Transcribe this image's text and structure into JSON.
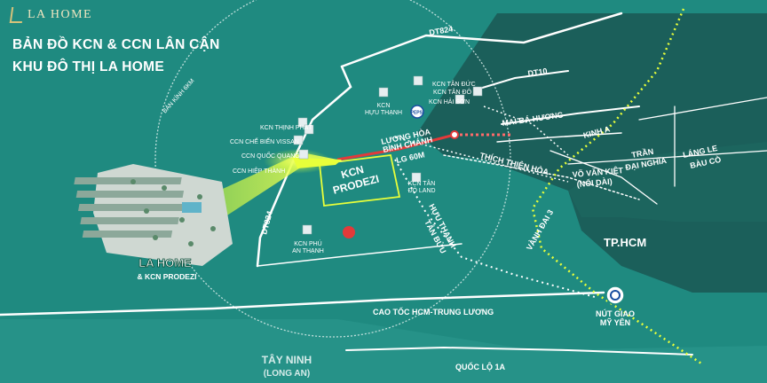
{
  "brand": {
    "logo_text": "LA HOME"
  },
  "title": {
    "line1": "BẢN ĐỒ KCN & CCN LÂN CẬN",
    "line2": "KHU ĐÔ THỊ LA HOME"
  },
  "colors": {
    "sea": "#1f8a80",
    "city": "#1b5f5a",
    "highlight": "#e8ff3a",
    "red_road": "#e23a3a"
  },
  "circle_label": "BÁN KÍNH 6KM",
  "industrial_parks": [
    {
      "id": "thinh-phat",
      "label": "KCN THỊNH PHÁT"
    },
    {
      "id": "che-bien-vissan",
      "label": "CCN CHẾ BIẾN VISSAN"
    },
    {
      "id": "quoc-quang",
      "label": "CCN QUỐC QUANG"
    },
    {
      "id": "hiep-thanh",
      "label": "CCN HIỆP THÀNH"
    },
    {
      "id": "huu-thanh",
      "label1": "KCN",
      "label2": "HỰU THẠNH"
    },
    {
      "id": "tan-duc",
      "label": "KCN TÂN ĐỨC"
    },
    {
      "id": "tan-do",
      "label": "KCN TÂN ĐÔ"
    },
    {
      "id": "hai-son",
      "label": "KCN HẢI SƠN"
    },
    {
      "id": "tan-do-land",
      "label1": "KCN TÂN",
      "label2": "ĐÔ LAND"
    },
    {
      "id": "phu-an-thanh",
      "label1": "KCN PHÚ",
      "label2": "AN THẠNH"
    }
  ],
  "prodezi": {
    "line1": "KCN",
    "line2": "PRODEZI"
  },
  "la_home": {
    "line1": "LA HOME",
    "line2": "& KCN PRODEZI"
  },
  "roads": {
    "dt824_top": "DT824",
    "dt824_left": "DT824",
    "dt10": "DT10",
    "mai_ba_huong": "MAI BÁ HƯƠNG",
    "kinh_a": "KINH A",
    "tran_dai_nghia_1": "TRẦN",
    "tran_dai_nghia_2": "ĐẠI NGHĨA",
    "lang_le_1": "LÁNG LE",
    "lang_le_2": "BÀU CÒ",
    "thich_thien_hoa": "THÍCH THIỆN HÒA",
    "vo_van_kiet_1": "VÕ VĂN KIỆT",
    "vo_van_kiet_2": "(NỐI DÀI)",
    "luong_hoa_1": "LƯƠNG HÒA",
    "luong_hoa_2": "BÌNH CHÁNH",
    "lg60": "LG 60M",
    "huu_thanh_tan_buu_1": "HỰU THẠNH",
    "huu_thanh_tan_buu_2": "TÂN BỬU",
    "vanh_dai_3": "VÀNH ĐAI 3",
    "cao_toc": "CAO TỐC HCM-TRUNG LƯƠNG",
    "quoc_lo": "QUỐC LỘ 1A"
  },
  "places": {
    "tphcm": "TP.HCM",
    "nut_giao_1": "NÚT GIAO",
    "nut_giao_2": "MỸ YÊN",
    "tay_ninh_1": "TÂY NINH",
    "tay_ninh_2": "(LONG AN)"
  },
  "brands": {
    "pepsi": "PEPSI"
  }
}
